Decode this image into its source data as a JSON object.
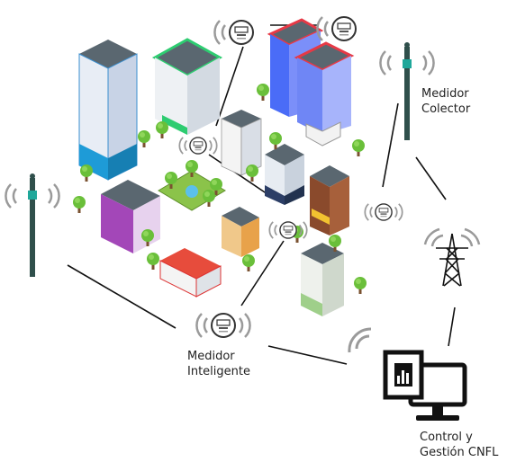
{
  "labels": {
    "medidor_colector": [
      "Medidor",
      "Colector"
    ],
    "medidor_inteligente": [
      "Medidor",
      "Inteligente"
    ],
    "control_gestion": [
      "Control y",
      "Gestión CNFL"
    ]
  },
  "colors": {
    "line": "#111111",
    "wave": "#9a9a9a",
    "pole": "#2f4f4b",
    "pole_accent": "#1fa79a",
    "building_blue": "#d9e2f3",
    "building_red": "#e63946",
    "building_green": "#2ecc71",
    "tree": "#6abf3a",
    "monitor": "#111111"
  }
}
